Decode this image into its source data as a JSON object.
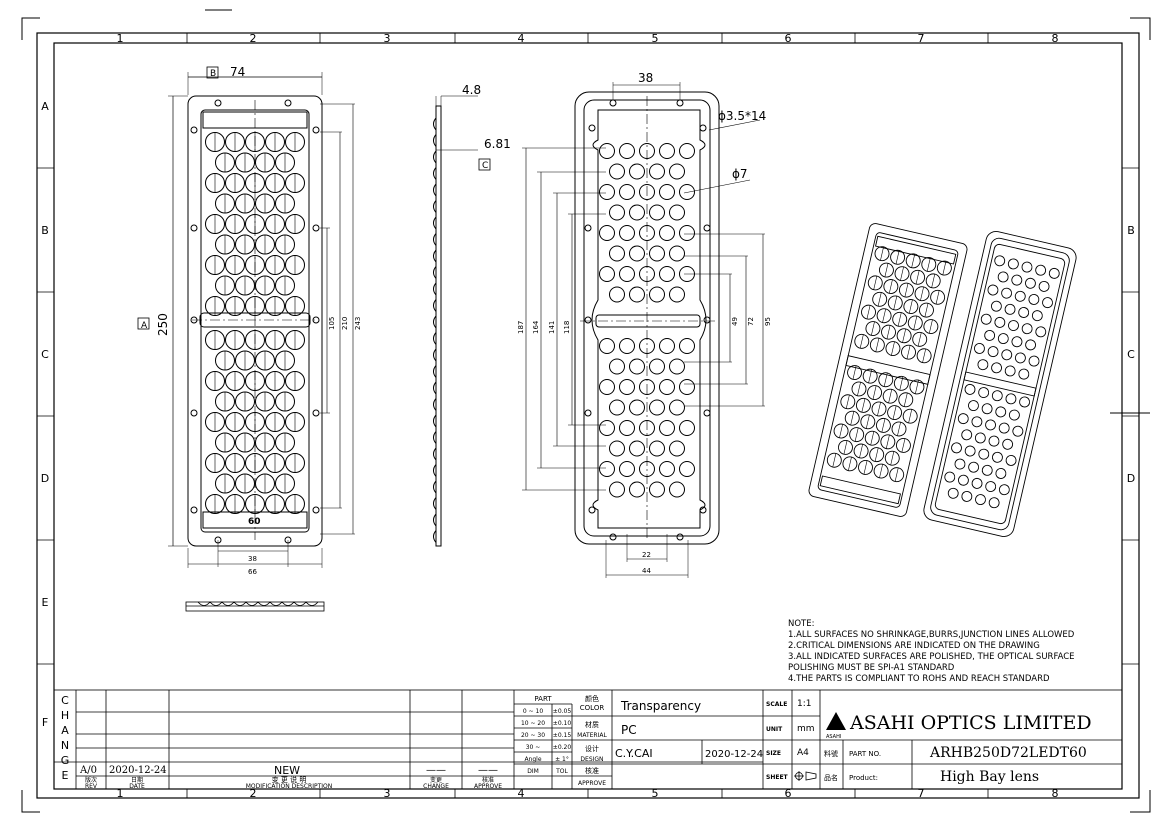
{
  "grid": {
    "columns": [
      "1",
      "2",
      "3",
      "4",
      "5",
      "6",
      "7",
      "8"
    ],
    "rows": [
      "A",
      "B",
      "C",
      "D",
      "E",
      "F"
    ]
  },
  "dimensions": {
    "front_width": "74",
    "front_height": "250",
    "label_a": "A",
    "label_b": "B",
    "label_c": "C",
    "inner_105": "105",
    "inner_210": "210",
    "inner_243": "243",
    "bottom_38": "38",
    "bottom_66": "66",
    "center_marking": "60",
    "side_thickness": "4.8",
    "side_offset": "6.81",
    "rear_top_38": "38",
    "rear_hole": "ϕ3.5*14",
    "rear_lens": "ϕ7",
    "rear_187": "187",
    "rear_164": "164",
    "rear_141": "141",
    "rear_118": "118",
    "rear_49": "49",
    "rear_72": "72",
    "rear_95": "95",
    "rear_bottom_22": "22",
    "rear_bottom_44": "44"
  },
  "notes": {
    "heading": "NOTE:",
    "lines": [
      "1.ALL SURFACES NO SHRINKAGE,BURRS,JUNCTION LINES ALLOWED",
      "2.CRITICAL DIMENSIONS ARE INDICATED ON THE DRAWING",
      "3.ALL INDICATED SURFACES ARE POLISHED, THE OPTICAL SURFACE",
      "POLISHING MUST BE SPI-A1 STANDARD",
      "4.THE PARTS IS COMPLIANT TO ROHS AND REACH STANDARD"
    ]
  },
  "title_block": {
    "change_letters": [
      "C",
      "H",
      "A",
      "N",
      "G",
      "E"
    ],
    "rev": "A/0",
    "rev_date": "2020-12-24",
    "rev_desc": "NEW",
    "rev_change": "——",
    "rev_approve": "——",
    "hdr_rev_cn": "版次",
    "hdr_rev": "REV",
    "hdr_date_cn": "日期",
    "hdr_date": "DATE",
    "hdr_desc_cn": "变 更 说 明",
    "hdr_desc": "MODIFICATION DESCRIPTION",
    "hdr_change_cn": "变更",
    "hdr_change": "CHANGE",
    "hdr_approve_cn": "核准",
    "hdr_approve": "APPROVE",
    "tol_part": "PART",
    "tol_rows": [
      [
        "0 ~ 10",
        "±0.05"
      ],
      [
        "10 ~ 20",
        "±0.10"
      ],
      [
        "20 ~ 30",
        "±0.15"
      ],
      [
        "30 ~",
        "±0.20"
      ],
      [
        "Angle",
        "± 1°"
      ]
    ],
    "tol_dim": "DIM",
    "tol_tol": "TOL",
    "color_cn": "颜色",
    "color_label": "COLOR",
    "material_cn": "材质",
    "material_label": "MATERIAL",
    "design_cn": "设计",
    "design_label": "DESIGN",
    "approve_cn": "核准",
    "approve_label": "APPROVE",
    "color_value": "Transparency",
    "material_value": "PC",
    "designer": "C.Y.CAI",
    "design_date": "2020-12-24",
    "scale_label": "SCALE",
    "scale_value": "1:1",
    "unit_label": "UNIT",
    "unit_value": "mm",
    "size_label": "SIZE",
    "size_value": "A4",
    "sheet_label": "SHEET",
    "company": "ASAHI OPTICS LIMITED",
    "company_small": "ASAHI",
    "part_no_cn": "料號",
    "part_no_label": "PART NO.",
    "part_no": "ARHB250D72LEDT60",
    "product_cn": "品名",
    "product_label": "Product:",
    "product": "High Bay lens"
  }
}
